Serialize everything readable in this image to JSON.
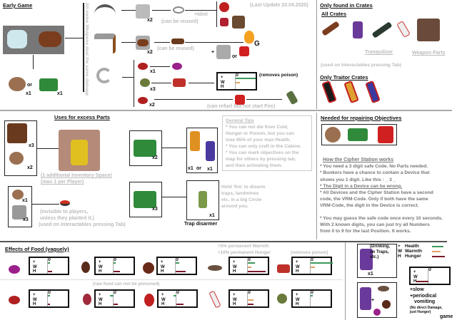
{
  "early": {
    "title": "Early Game",
    "update": "(Last Update 20.04.2020)",
    "vertical_note": "All melee Weapons deal the same damage",
    "or": "or",
    "x1a": "x1",
    "x1b": "x1",
    "x2a": "x2",
    "x2b": "x2",
    "x1c": "x1",
    "x3": "x3",
    "x2c": "x2",
    "idiot": "+Idiot",
    "reused1": "(can be reused)",
    "reused2": "(can be reused)",
    "plus": "+",
    "or2": "or",
    "g": "G",
    "removes": "(removes poison)",
    "refuel": "(can refuel but not start Fire)"
  },
  "crates": {
    "title": "Only found in Crates",
    "all": "All Crates",
    "tranq": "Tranquilizer",
    "parts": "Weapon Parts",
    "used": "(used on Interactables pressing Tab)",
    "traitor": "Only Traitor Crates"
  },
  "parts": {
    "title": "Uses for excess Parts",
    "x3": "x3",
    "x2": "x2",
    "inv1": "(1 additional Inventory Space)",
    "inv2": "(max 1 per Player)",
    "x1": "x1",
    "x3b": "x3",
    "inv_note1": "(invisible to players,",
    "inv_note2": "unless they planted it.)",
    "inv_note3": "(used on Interactables pressing Tab)",
    "x2b": "x2",
    "x1w": "x1",
    "orw": "or",
    "x1w2": "x1",
    "x3c": "x3",
    "x1d": "x1",
    "disarmer": "Trap disarmer",
    "hold": [
      "Hold 'fire' to disarm",
      "traps, landmines",
      "etc. in a big Circle",
      "around you."
    ]
  },
  "tips": {
    "title": "General Tips",
    "lines": [
      "* You can not die from Cold,",
      "Hunger or Poison, but you can",
      "lose 95% of your max Health.",
      "* You can only craft in the Cabine.",
      "* You can mark objectives on the",
      "map for others by pressing tab,",
      "and then activating them."
    ]
  },
  "objectives": {
    "title": "Needed for repairing Objectives"
  },
  "cipher": {
    "title": "How the Cipher Station works",
    "lines": [
      "* You need a 3 digit safe Code. No Parts needed.",
      "* Bunkers have a chance to contain a Device that",
      "shows you 1 digit. Like this : _ 3 _",
      "* The Digit in a Device can be wrong.",
      "* All Devices and the Cipher Station have a second",
      "code, the VRM-Code. Only if both have the same",
      "VRM-Code, the digit in the Device is correct.",
      "",
      "* You may guess the safe code once every 10 seconds.",
      "With 2 known digits, you can just try all Numbers",
      "from 0 to 9 for the last Position. It works."
    ]
  },
  "food": {
    "title": "Effects of Food (vaguely)",
    "perm1": "+5% permanent Warmth",
    "perm2": "+10% permanent Hunger",
    "removes": "(removes poison)",
    "raw": "(raw food can not be poisoned)"
  },
  "stat_labels": {
    "plus": "+",
    "w": "W",
    "h": "H",
    "zero": "0"
  },
  "stats": {
    "sickle": {
      "health": 0.55,
      "warmth": 0.12,
      "hunger": 0
    },
    "f1": {
      "health": 0.05,
      "warmth": 0,
      "hunger": 0.12
    },
    "f2": {
      "health": 0.05,
      "warmth": 0,
      "hunger": 0.18
    },
    "f3": {
      "health": 0.1,
      "warmth": 0,
      "hunger": 0.28
    },
    "f4": {
      "health": 0.2,
      "warmth": 0.1,
      "hunger": 0.5
    },
    "f5": {
      "health": 0.62,
      "warmth": 0.12,
      "hunger": 0
    },
    "f6": {
      "health": 0.05,
      "warmth": 0,
      "hunger": 0.05
    },
    "f7": {
      "health": -0.1,
      "warmth": 0,
      "hunger": 0.12
    },
    "f8": {
      "health": -0.08,
      "warmth": 0,
      "hunger": 0.2
    },
    "f9": {
      "health": 0,
      "warmth": 0.15,
      "hunger": 0.15
    },
    "f10": {
      "health": 0.05,
      "warmth": 0,
      "hunger": 0
    },
    "poison": {
      "health": 0,
      "warmth": 0,
      "hunger": -0.35
    }
  },
  "poison": {
    "drinking": [
      "(Drinking,",
      "on Traps,",
      "etc.)"
    ],
    "x1": "x1",
    "plus": "+",
    "legend": [
      {
        "sym": "+",
        "label": "Health",
        "color": "#3a9a5a"
      },
      {
        "sym": "W",
        "label": "Warmth",
        "color": "#e0a060"
      },
      {
        "sym": "H",
        "label": "Hunger",
        "color": "#7a1a2a"
      }
    ],
    "effects": [
      "+slow",
      "+periodical",
      "vomiting"
    ],
    "note": "(No direct Damage, just Hunger)",
    "game": "game"
  },
  "colors": {
    "health": "#3a9a5a",
    "warmth": "#e0a060",
    "hunger": "#7a1a2a"
  }
}
